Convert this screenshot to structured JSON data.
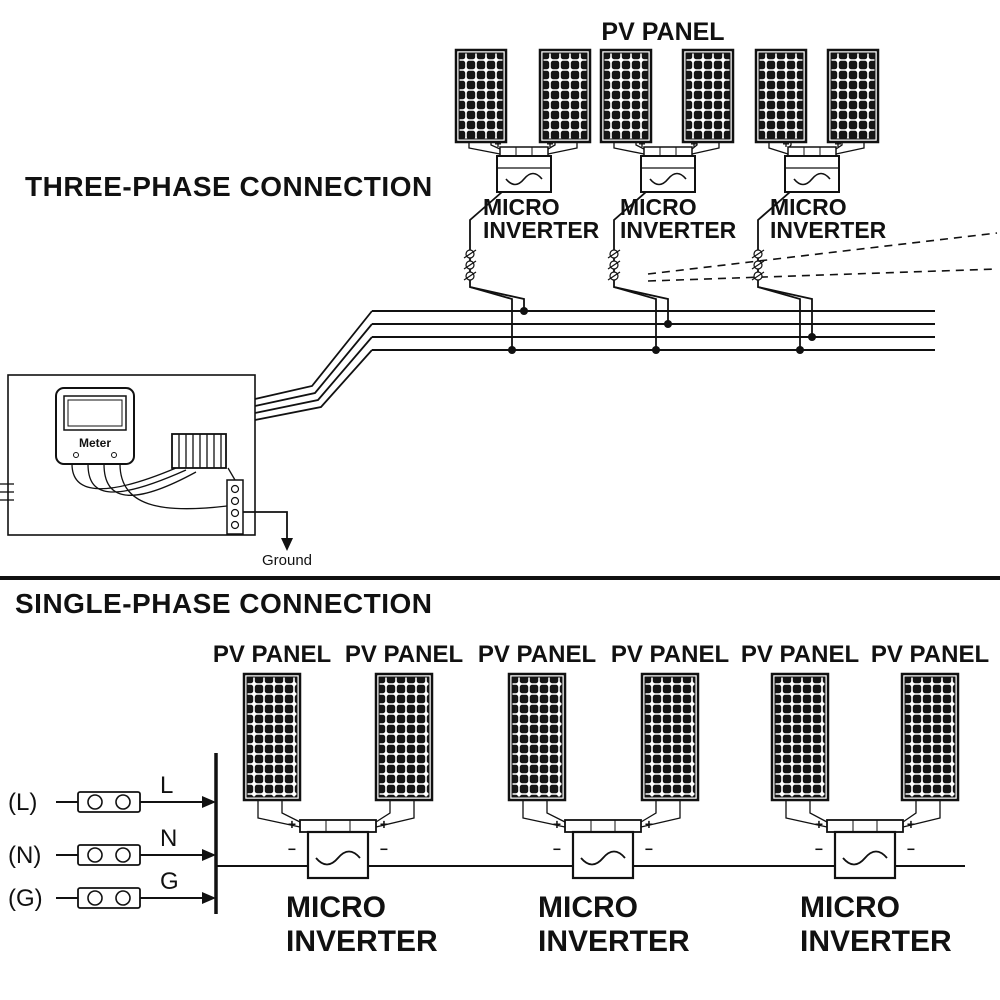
{
  "colors": {
    "ink": "#111111",
    "background": "#ffffff"
  },
  "polarity": {
    "plus": "+",
    "minus": "−"
  },
  "three_phase": {
    "title": "THREE-PHASE CONNECTION",
    "pv_panel_label": "PV PANEL",
    "inverters": [
      {
        "line1": "MICRO",
        "line2": "INVERTER"
      },
      {
        "line1": "MICRO",
        "line2": "INVERTER"
      },
      {
        "line1": "MICRO",
        "line2": "INVERTER"
      }
    ],
    "meter_label": "Meter",
    "ground_label": "Ground"
  },
  "single_phase": {
    "title": "SINGLE-PHASE CONNECTION",
    "pv_panels": [
      "PV PANEL",
      "PV PANEL",
      "PV PANEL",
      "PV PANEL",
      "PV PANEL",
      "PV PANEL"
    ],
    "inverters": [
      {
        "line1": "MICRO",
        "line2": "INVERTER"
      },
      {
        "line1": "MICRO",
        "line2": "INVERTER"
      },
      {
        "line1": "MICRO",
        "line2": "INVERTER"
      }
    ],
    "terminals": [
      {
        "label": "(L)",
        "letter": "L"
      },
      {
        "label": "(N)",
        "letter": "N"
      },
      {
        "label": "(G)",
        "letter": "G"
      }
    ]
  }
}
